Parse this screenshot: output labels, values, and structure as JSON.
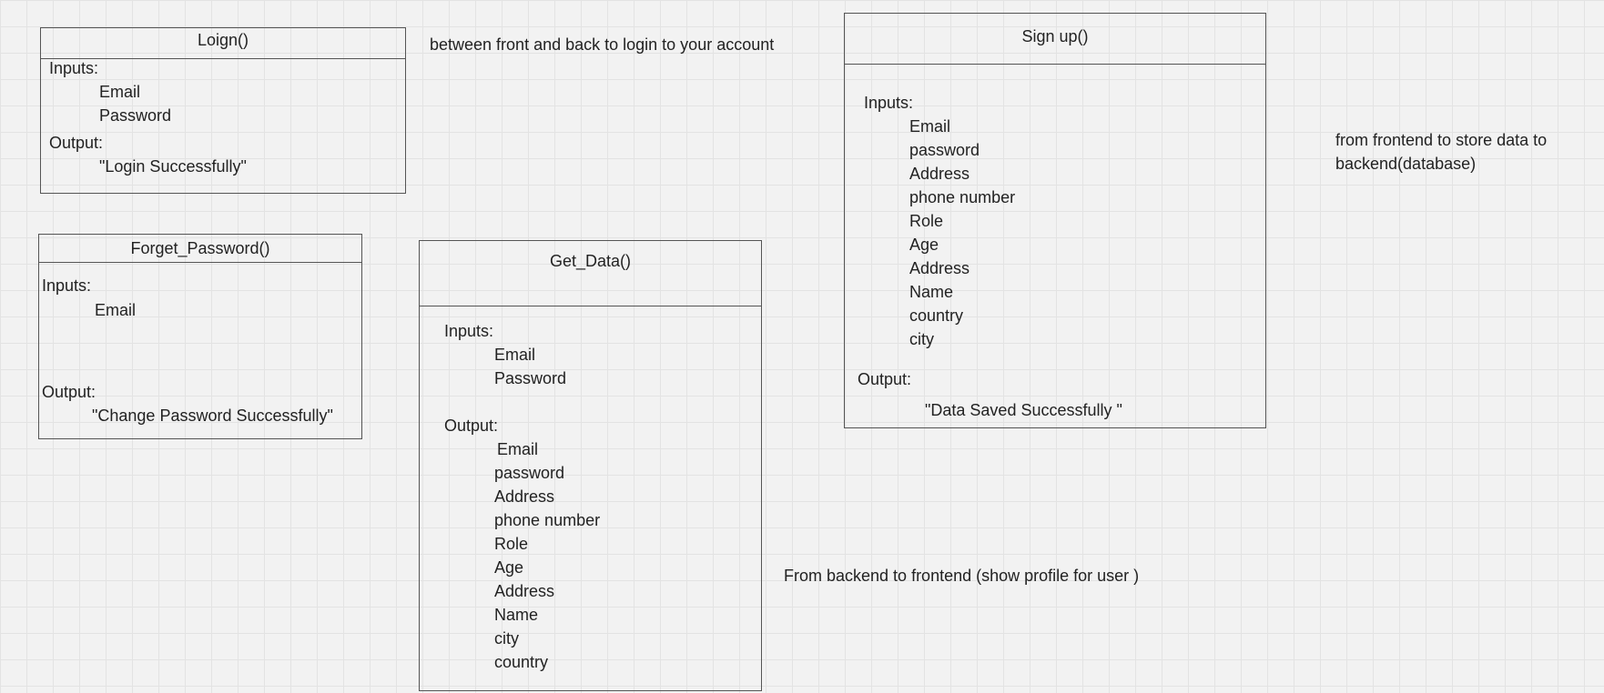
{
  "login": {
    "title": "Loign()",
    "inputs_label": "Inputs:",
    "inputs": [
      "Email",
      "Password"
    ],
    "output_label": "Output:",
    "output_value": "\"Login Successfully\""
  },
  "forget_password": {
    "title": "Forget_Password()",
    "inputs_label": "Inputs:",
    "inputs": [
      "Email"
    ],
    "output_label": "Output:",
    "output_value": "\"Change Password Successfully\""
  },
  "get_data": {
    "title": "Get_Data()",
    "inputs_label": "Inputs:",
    "inputs": [
      "Email",
      "Password"
    ],
    "output_label": "Output:",
    "outputs": [
      "Email",
      "password",
      "Address",
      "phone number",
      "Role",
      "Age",
      "Address",
      "Name",
      "city",
      "country"
    ]
  },
  "sign_up": {
    "title": "Sign up()",
    "inputs_label": "Inputs:",
    "inputs": [
      "Email",
      "password",
      "Address",
      "phone number",
      "Role",
      "Age",
      "Address",
      "Name",
      "country",
      "city"
    ],
    "output_label": "Output:",
    "output_value": "\"Data Saved Successfully \""
  },
  "notes": {
    "login_note": "between front and back  to login to your account",
    "signup_note_line1": "from frontend to store data to",
    "signup_note_line2": "backend(database)",
    "getdata_note": "From backend to frontend (show profile for user )"
  }
}
